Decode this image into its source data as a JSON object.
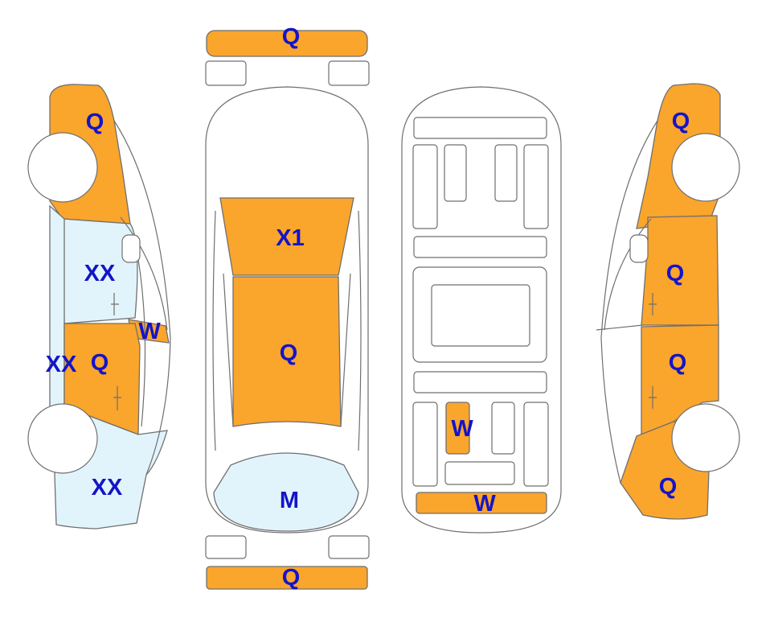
{
  "palette": {
    "damage": "#faa52c",
    "light": "#e2f4fb",
    "clean": "#ffffff",
    "outline": "#6f6f6f",
    "code_text": "#1414c8"
  },
  "views": {
    "left_side": {
      "front_fender": {
        "code": "Q",
        "state": "damage"
      },
      "front_door": {
        "code": "XX",
        "state": "light"
      },
      "door_handle_strip": {
        "code": "W",
        "state": "damage"
      },
      "sill": {
        "code": "XX",
        "state": "light"
      },
      "rear_door": {
        "code": "Q",
        "state": "damage"
      },
      "rear_quarter": {
        "code": "XX",
        "state": "light"
      }
    },
    "top": {
      "front_bumper": {
        "code": "Q",
        "state": "damage"
      },
      "windshield": {
        "code": "X1",
        "state": "damage"
      },
      "roof": {
        "code": "Q",
        "state": "damage"
      },
      "rear_window": {
        "code": "M",
        "state": "light"
      },
      "rear_bumper": {
        "code": "Q",
        "state": "damage"
      }
    },
    "underbody": {
      "inner_panel": {
        "code": "W",
        "state": "damage"
      },
      "rear_panel": {
        "code": "W",
        "state": "damage"
      }
    },
    "right_side": {
      "front_fender": {
        "code": "Q",
        "state": "damage"
      },
      "front_door": {
        "code": "Q",
        "state": "damage"
      },
      "rear_door": {
        "code": "Q",
        "state": "damage"
      },
      "rear_quarter": {
        "code": "Q",
        "state": "damage"
      }
    }
  }
}
